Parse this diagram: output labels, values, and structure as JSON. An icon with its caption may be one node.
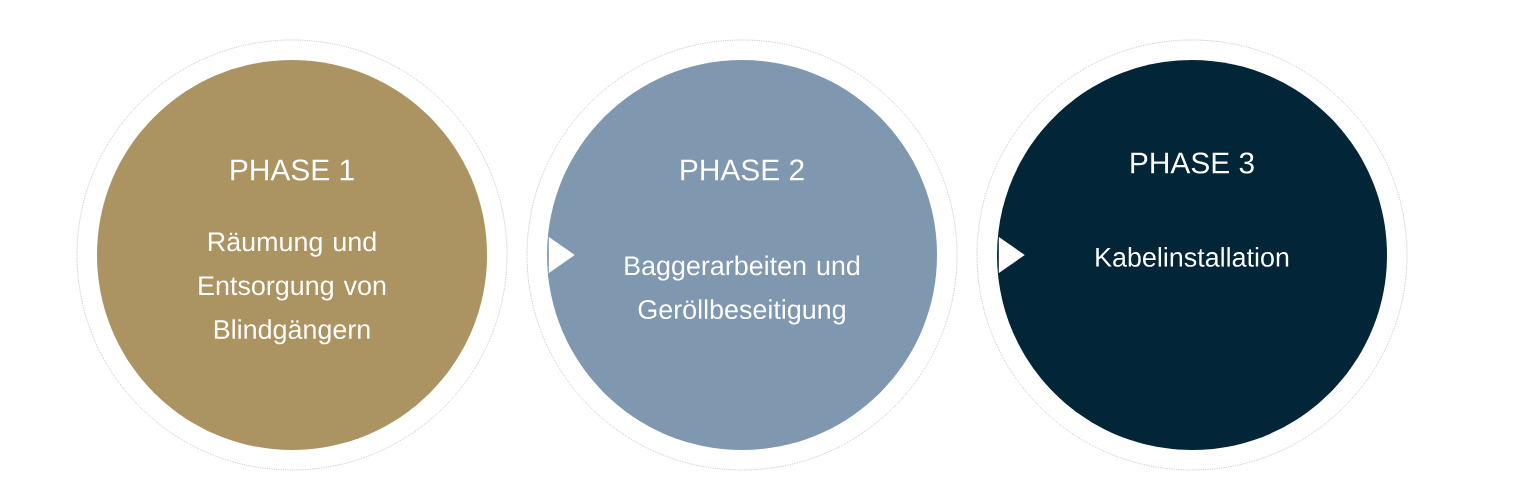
{
  "diagram": {
    "nodes": [
      {
        "text": [
          "PHASE 1",
          "Räumung und Entsorgung von Blindgängern"
        ]
      },
      {
        "text": [
          "PHASE 2",
          "Baggerarbeiten und Geröllbeseitigung"
        ]
      },
      {
        "text": [
          "PHASE 3",
          "Kabelinstallation"
        ]
      }
    ],
    "edges": [
      {
        "from": 0,
        "to": 1,
        "arrow": "to"
      },
      {
        "from": 1,
        "to": 2,
        "arrow": "to"
      }
    ]
  }
}
